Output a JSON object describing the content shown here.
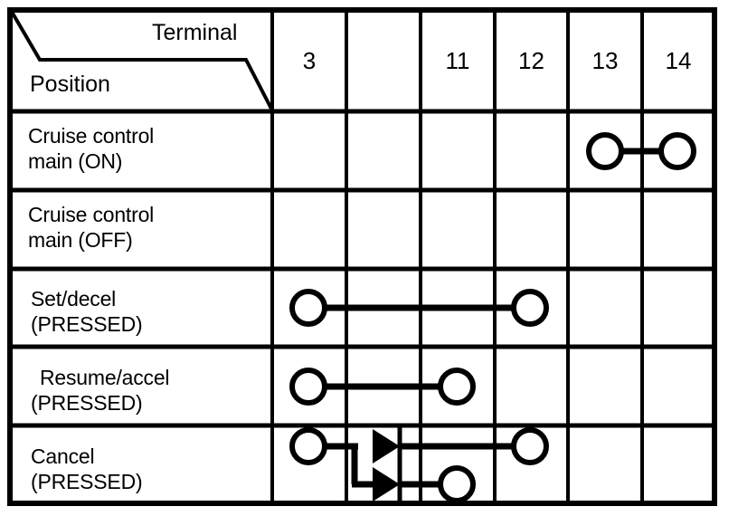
{
  "table": {
    "header": {
      "terminal_label": "Terminal",
      "position_label": "Position"
    },
    "columns": [
      {
        "id": "col-3",
        "label": "3"
      },
      {
        "id": "col-blank",
        "label": ""
      },
      {
        "id": "col-11",
        "label": "11"
      },
      {
        "id": "col-12",
        "label": "12"
      },
      {
        "id": "col-13",
        "label": "13"
      },
      {
        "id": "col-14",
        "label": "14"
      }
    ],
    "rows": [
      {
        "id": "row-cruise-main-on",
        "line1": "Cruise control",
        "line2": "main (ON)",
        "nodes": [
          "col-13",
          "col-14"
        ],
        "connections": [
          [
            "col-13",
            "col-14"
          ]
        ],
        "diodes": []
      },
      {
        "id": "row-cruise-main-off",
        "line1": "Cruise control",
        "line2": "main (OFF)",
        "nodes": [],
        "connections": [],
        "diodes": []
      },
      {
        "id": "row-set-decel",
        "line1": "Set/decel",
        "line2": "(PRESSED)",
        "nodes": [
          "col-3",
          "col-12"
        ],
        "connections": [
          [
            "col-3",
            "col-12"
          ]
        ],
        "diodes": []
      },
      {
        "id": "row-resume-accel",
        "line1": "Resume/accel",
        "line2": "(PRESSED)",
        "nodes": [
          "col-3",
          "col-11"
        ],
        "connections": [
          [
            "col-3",
            "col-11"
          ]
        ],
        "diodes": []
      },
      {
        "id": "row-cancel",
        "line1": "Cancel",
        "line2": "(PRESSED)",
        "nodes": [
          "col-3",
          "col-11",
          "col-12"
        ],
        "connections": [
          [
            "col-3",
            "col-12"
          ],
          [
            "col-3",
            "col-11"
          ]
        ],
        "diodes": [
          {
            "from": "col-3",
            "to": "col-12",
            "direction": "right"
          },
          {
            "from": "col-3",
            "to": "col-11",
            "direction": "right"
          }
        ]
      }
    ]
  },
  "colors": {
    "ink": "#000000",
    "paper": "#ffffff"
  }
}
